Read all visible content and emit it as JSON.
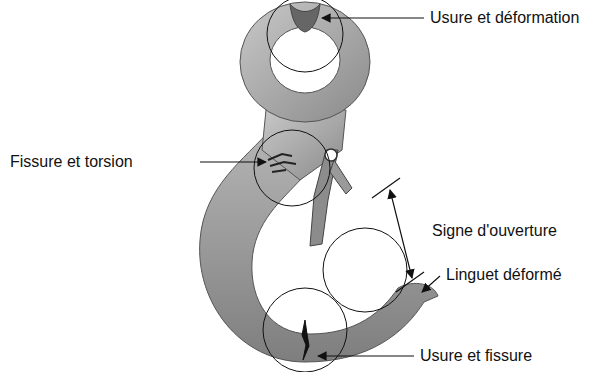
{
  "diagram": {
    "labels": [
      "Usure et déformation",
      "Fissure et torsion",
      "Signe d'ouverture",
      "Linguet déformé",
      "Usure et fissure"
    ]
  }
}
